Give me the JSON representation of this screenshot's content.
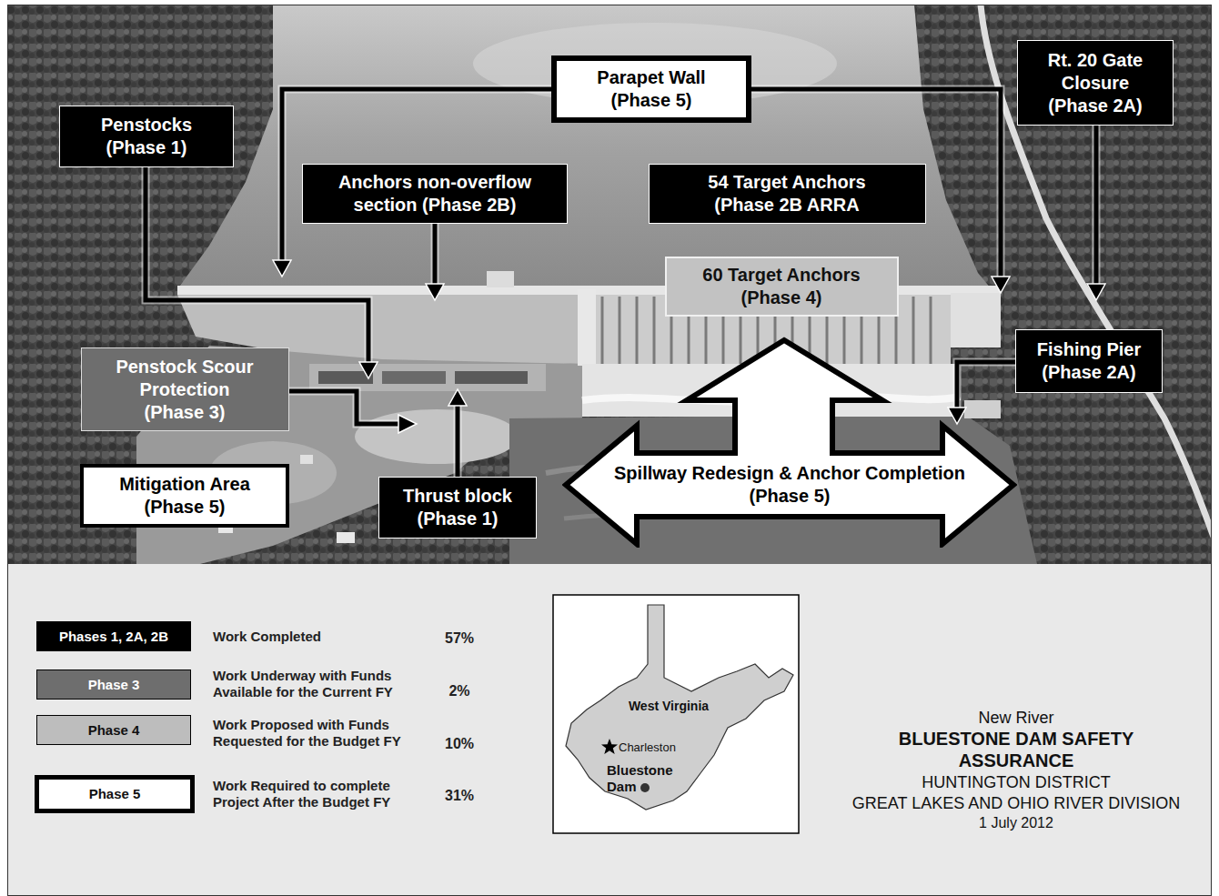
{
  "diagram": {
    "title": "BLUESTONE DAM SAFETY ASSURANCE",
    "nodes": [
      {
        "text": [
          "Penstocks (Phase 1)"
        ]
      },
      {
        "text": [
          "Parapet Wall (Phase 5)"
        ]
      },
      {
        "text": [
          "Rt. 20 Gate Closure (Phase 2A)"
        ]
      },
      {
        "text": [
          "Anchors non-overflow section (Phase 2B)"
        ]
      },
      {
        "text": [
          "54 Target Anchors (Phase 2B ARRA"
        ]
      },
      {
        "text": [
          "60 Target Anchors (Phase 4)"
        ]
      },
      {
        "text": [
          "Penstock Scour Protection (Phase 3)"
        ]
      },
      {
        "text": [
          "Fishing Pier (Phase 2A)"
        ]
      },
      {
        "text": [
          "Mitigation Area (Phase 5)"
        ]
      },
      {
        "text": [
          "Thrust block (Phase 1)"
        ]
      },
      {
        "text": [
          "Spillway Redesign & Anchor Completion (Phase 5)"
        ]
      }
    ],
    "labels": [
      "Phases 1, 2A, 2B",
      "57%",
      "Phase 3",
      "2%",
      "Phase 4",
      "10%",
      "Phase 5",
      "31%",
      "West Virginia",
      "Charleston",
      "Bluestone Dam",
      "New River",
      "HUNTINGTON DISTRICT",
      "GREAT LAKES AND OHIO RIVER DIVISION",
      "1 July 2012"
    ],
    "legend": [
      {
        "text": "Work Completed",
        "color": "#000000"
      },
      {
        "text": "Work Underway with Funds Available for the Current FY",
        "color": "#6e6e6e"
      },
      {
        "text": "Work Proposed with Funds Requested for the Budget FY",
        "color": "#bdbdbd"
      },
      {
        "text": "Work Required to complete Project After the Budget FY",
        "color": "#ffffff"
      }
    ]
  }
}
